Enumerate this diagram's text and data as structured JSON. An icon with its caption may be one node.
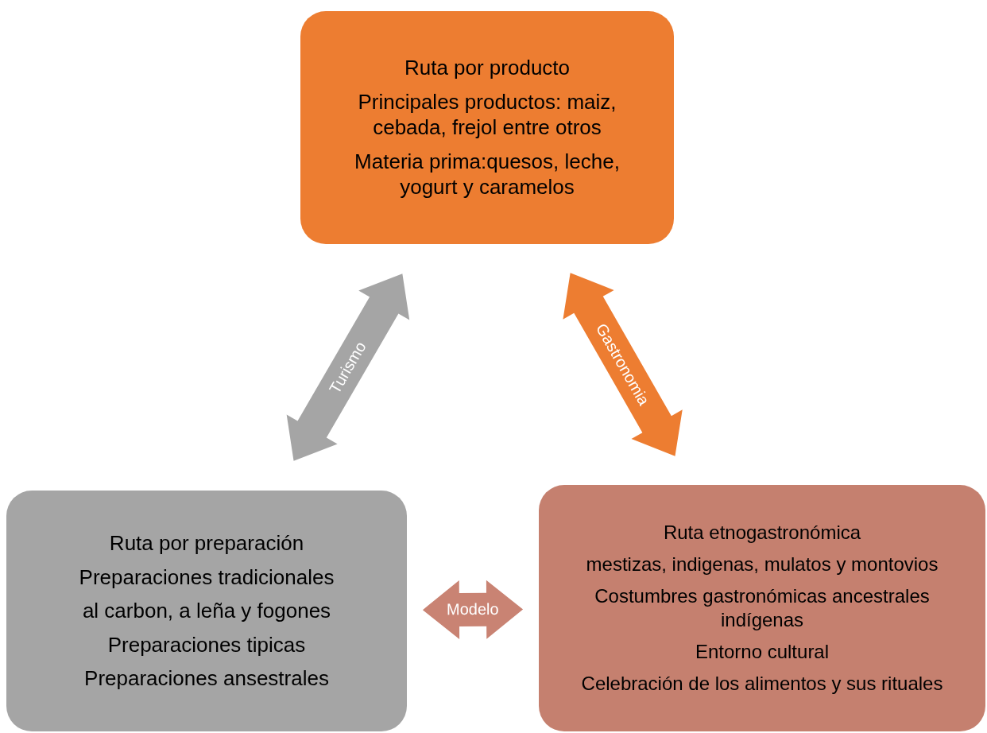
{
  "diagram": {
    "nodes": [
      {
        "text": [
          "Ruta por producto",
          "Principales productos: maiz, cebada, frejol entre otros",
          "Materia prima:quesos, leche, yogurt y caramelos"
        ]
      },
      {
        "text": [
          "Ruta por preparación",
          "Preparaciones tradicionales",
          "al carbon, a leña y fogones",
          "Preparaciones tipicas",
          "Preparaciones ansestrales"
        ]
      },
      {
        "text": [
          "Ruta etnogastronómica",
          "mestizas, indigenas, mulatos y montovios",
          "Costumbres gastronómicas ancestrales indígenas",
          "Entorno cultural",
          "Celebración de los alimentos y sus rituales"
        ]
      }
    ],
    "edges": [
      {
        "from": 1,
        "to": 0,
        "arrow": "both",
        "label": "Turismo",
        "style": "thick",
        "color": "#a5a5a5"
      },
      {
        "from": 0,
        "to": 2,
        "arrow": "both",
        "label": "Gastronomia",
        "style": "thick",
        "color": "#ed7d31"
      },
      {
        "from": 1,
        "to": 2,
        "arrow": "both",
        "label": "Modelo",
        "style": "thick",
        "color": "#c98373"
      }
    ]
  }
}
